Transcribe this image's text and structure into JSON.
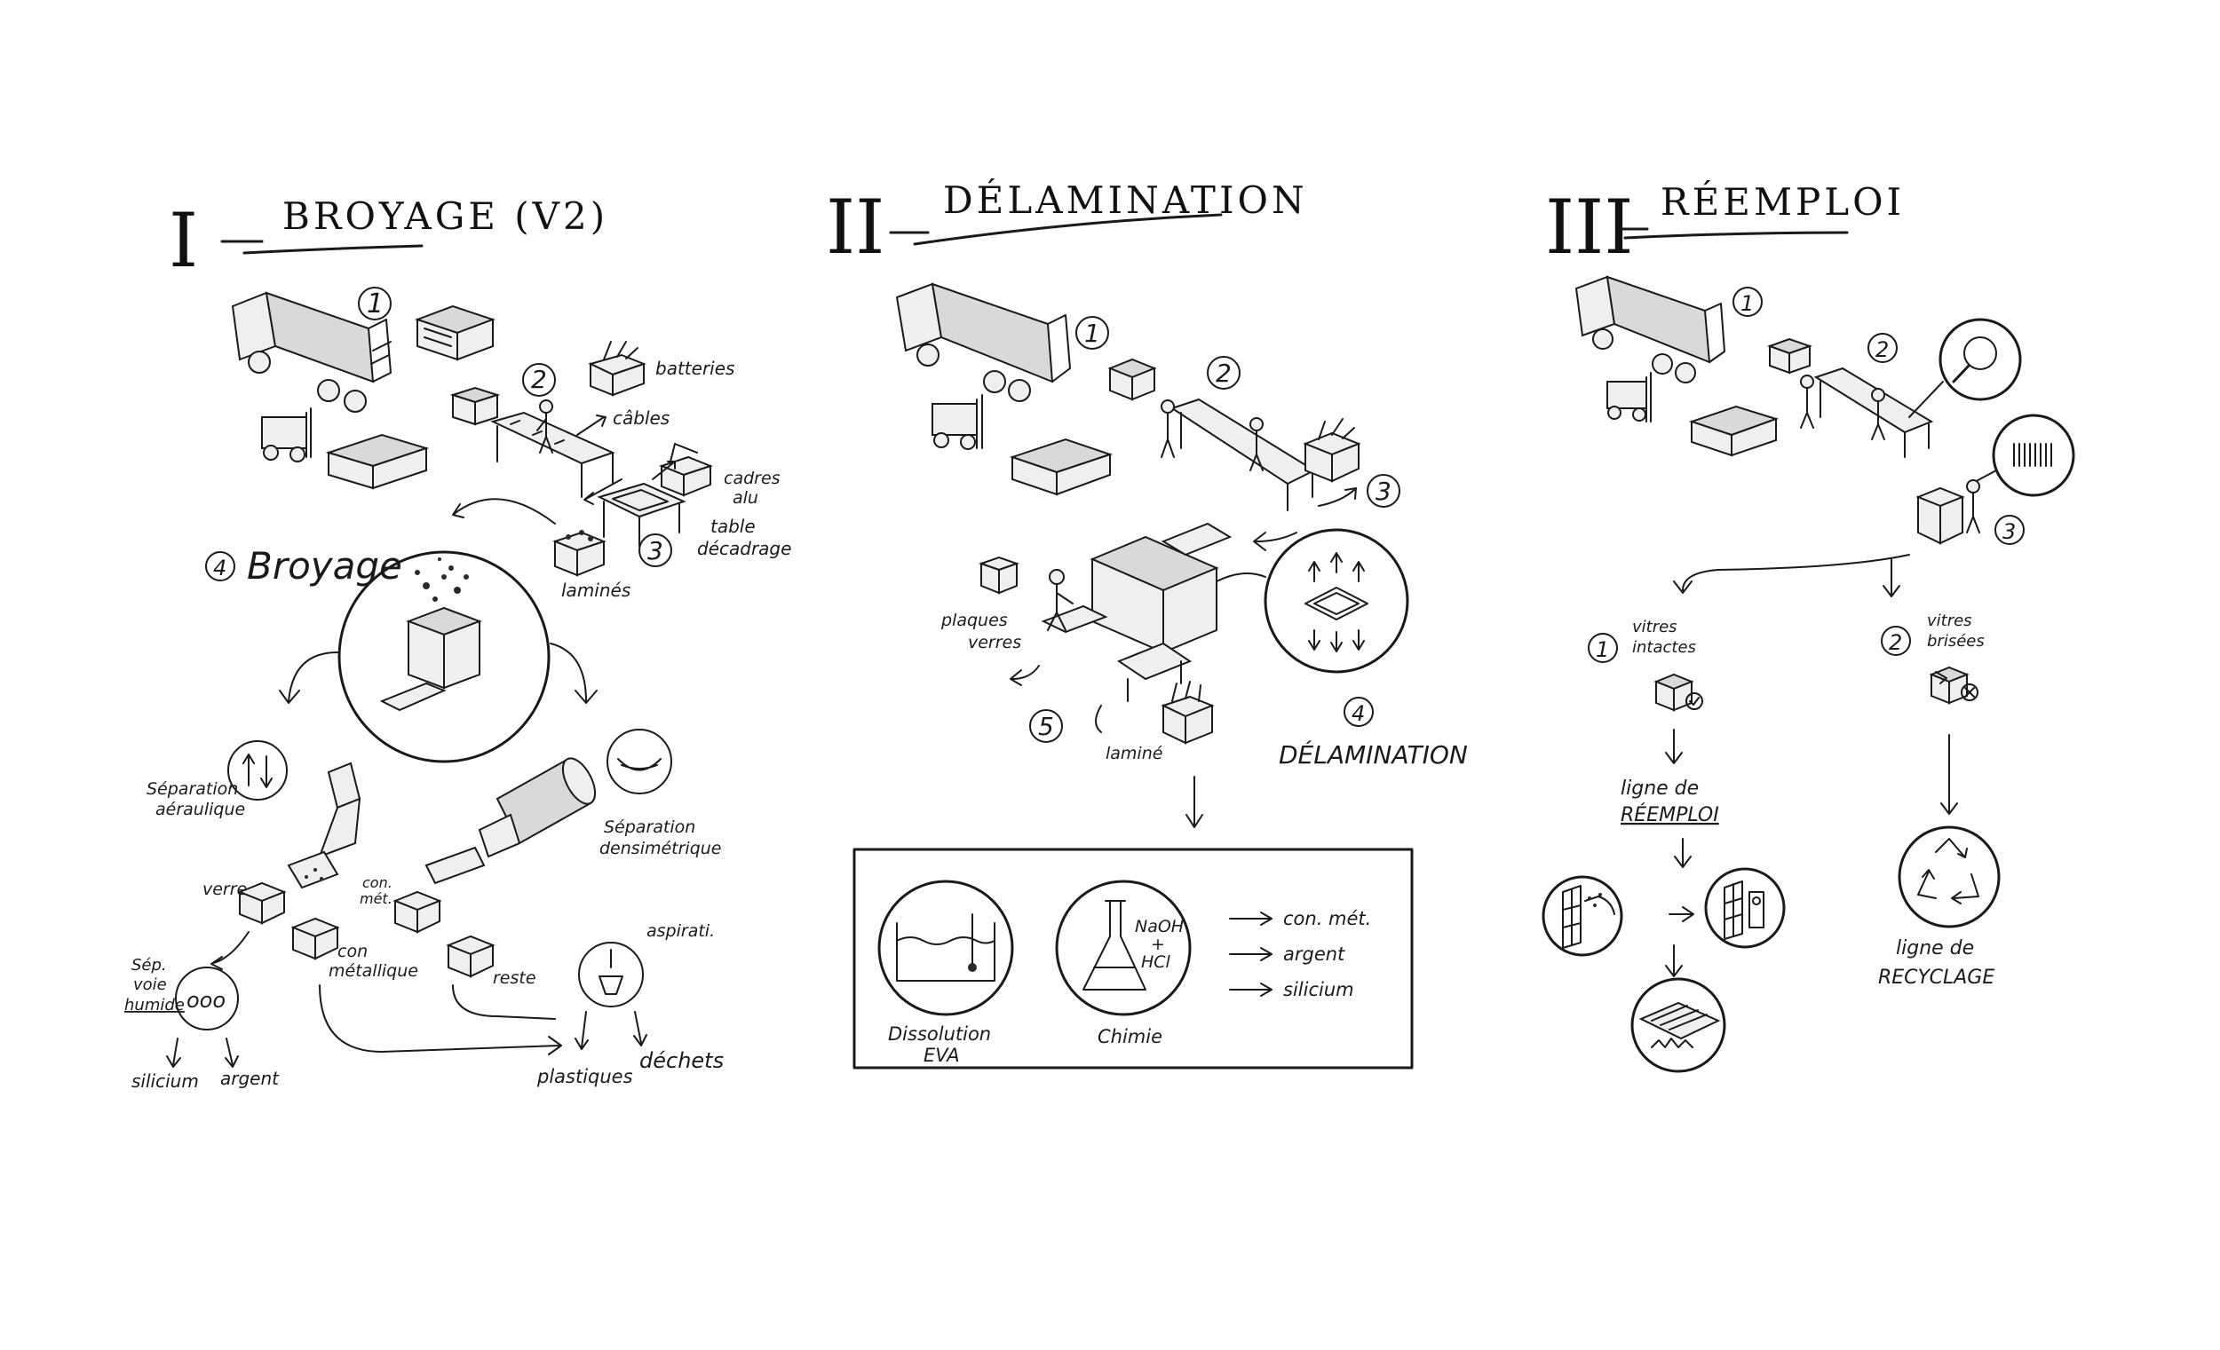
{
  "sections": [
    {
      "numeral": "I",
      "title": "BROYAGE (V2)",
      "labels": {
        "step1": "1",
        "step2": "2",
        "step3": "3",
        "batteries": "batteries",
        "cables": "câbles",
        "cadres": "cadres",
        "alu": "alu",
        "table": "table",
        "decadrage": "décadrage",
        "lamines": "laminés",
        "step4": "4",
        "broyage": "Broyage",
        "sep_aer_1": "Séparation",
        "sep_aer_2": "aéraulique",
        "sep_den_1": "Séparation",
        "sep_den_2": "densimétrique",
        "verre": "verre",
        "cm_small_1": "con.",
        "cm_small_2": "mét.",
        "cm_1": "con",
        "cm_2": "métallique",
        "reste": "reste",
        "sep_1": "Sép.",
        "sep_2": "voie",
        "sep_3": "humide",
        "aspiration": "aspirati.",
        "silicium": "silicium",
        "argent": "argent",
        "plastiques": "plastiques",
        "dechets": "déchets"
      }
    },
    {
      "numeral": "II",
      "title": "DÉLAMINATION",
      "labels": {
        "step1": "1",
        "step2": "2",
        "step3": "3",
        "step4": "4",
        "step5": "5",
        "plaques_1": "plaques",
        "plaques_2": "verres",
        "lamine": "laminé",
        "delamination": "DÉLAMINATION",
        "naoh": "NaOH",
        "plus": "+",
        "hcl": "HCl",
        "out_1": "con. mét.",
        "out_2": "argent",
        "out_3": "silicium",
        "dissolution_1": "Dissolution",
        "dissolution_2": "EVA",
        "chimie": "Chimie"
      }
    },
    {
      "numeral": "III",
      "title": "RÉEMPLOI",
      "labels": {
        "step1": "1",
        "step2": "2",
        "step3": "3",
        "b1": "1",
        "b2": "2",
        "intacts_1": "vitres",
        "intacts_2": "intactes",
        "brises_1": "vitres",
        "brises_2": "brisées",
        "ligne_1": "ligne de",
        "ligne_2": "RÉEMPLOI",
        "recy_1": "ligne de",
        "recy_2": "RECYCLAGE"
      }
    }
  ]
}
